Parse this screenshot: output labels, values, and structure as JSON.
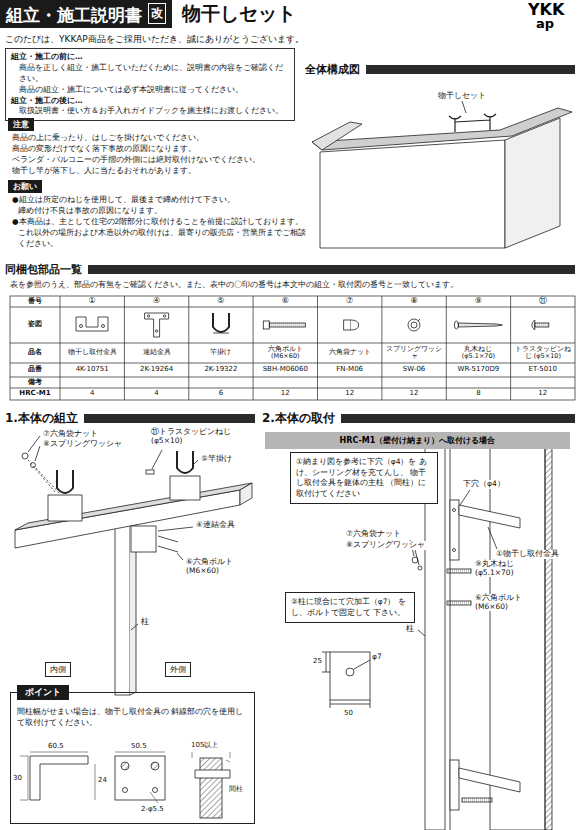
{
  "diagram": {
    "title": "物干しセット",
    "nodes": [
      {
        "text": [
          "組立・施工説明書"
        ]
      },
      {
        "text": [
          "改"
        ],
        "in": 0
      },
      {
        "text": [
          "組立・施工の前に…",
          "商品を正しく組立・施工していただくために、説明書の内容をご確認ください。",
          "商品の組立・施工については必ず本説明書に従ってください。",
          "組立・施工の後に…",
          "取扱説明書・使い方＆お手入れガイドブックを施主様にお渡しください。"
        ]
      },
      {
        "text": [
          "注意"
        ]
      },
      {
        "text": [
          "お願い"
        ]
      },
      {
        "text": [
          "全体構成図"
        ]
      },
      {
        "text": [
          "同梱包部品一覧"
        ]
      },
      {
        "text": [
          "1.本体の組立"
        ]
      },
      {
        "text": [
          "2.本体の取付"
        ]
      },
      {
        "text": [
          "HRC-M1（壁付け納まり）へ取付ける場合"
        ]
      },
      {
        "text": [
          "①納まり図を参考に下穴（φ4）を あけ、シーリング材を充てんし、 物干し取付金具を躯体の主柱 （間柱）に取付けてください"
        ]
      },
      {
        "text": [
          "②柱に現合にて穴加工（φ7） をし、ボルトで固定して 下さい。"
        ]
      },
      {
        "text": [
          "内側"
        ]
      },
      {
        "text": [
          "外側"
        ]
      },
      {
        "text": [
          "ポイント",
          "間柱幅がせまい場合は、物干し取付金具の 斜線部の穴を使用して取付けてください。"
        ]
      }
    ],
    "labels": [
      "YKK",
      "ap",
      "このたびは、YKKAP商品をご採用いただき、誠にありがとうございます。",
      "商品の上に乗ったり、はしごを掛けないでください。",
      "商品の変形だけでなく落下事故の原因になります。",
      "ベランダ・バルコニーの手摺の外側には絶対取付けないでください。",
      "物干し竿が落下し、人に当たるおそれがあります。",
      "●組立は所定のねじを使用して、最後まで締め付けて下さい。",
      "締め付け不良は事故の原因になります。",
      "●本商品は、主として住宅の2階部分に取付けることを前提に設計しております。",
      "これ以外の場所および木造以外の取付けは、最寄りの販売店・営業所までご相談",
      "ください。",
      "物干しセット",
      "表を参照のうえ、部品の有無をご確認ください。また、表中の〇印の番号は本文中の組立・取付図の番号と一致しています。",
      "番号",
      "姿図",
      "品名",
      "品番",
      "備考",
      "HRC-M1",
      "①",
      "④",
      "⑤",
      "⑥",
      "⑦",
      "⑧",
      "⑨",
      "⑪",
      "物干し取付金具",
      "連結金具",
      "竿掛け",
      "六角ボルト (M6×60)",
      "六角袋ナット",
      "スプリングワッシャ",
      "丸木ねじ (φ5.1×70)",
      "トラスタッピンねじ (φ5×10)",
      "4K-10751",
      "2K-19264",
      "2K-19322",
      "SBH-M06060",
      "FN-M06",
      "SW-06",
      "WR-5170D9",
      "ET-5010",
      "4",
      "4",
      "6",
      "12",
      "12",
      "12",
      "8",
      "12",
      "⑦六角袋ナット",
      "⑧スプリングワッシャ",
      "⑪トラスタッピンねじ (φ5×10)",
      "⑤竿掛け",
      "④連結金具",
      "⑥六角ボルト (M6×60)",
      "柱",
      "下穴（φ4）",
      "①物干し取付金具",
      "⑦六角袋ナット",
      "⑧スプリングワッシャ",
      "⑨丸木ねじ (φ5.1×70)",
      "⑥六角ボルト (M6×60)",
      "柱",
      "φ7",
      "25",
      "50",
      "60.5",
      "50.5",
      "30",
      "24",
      "2-φ5.5",
      "105以上",
      "間柱"
    ]
  }
}
